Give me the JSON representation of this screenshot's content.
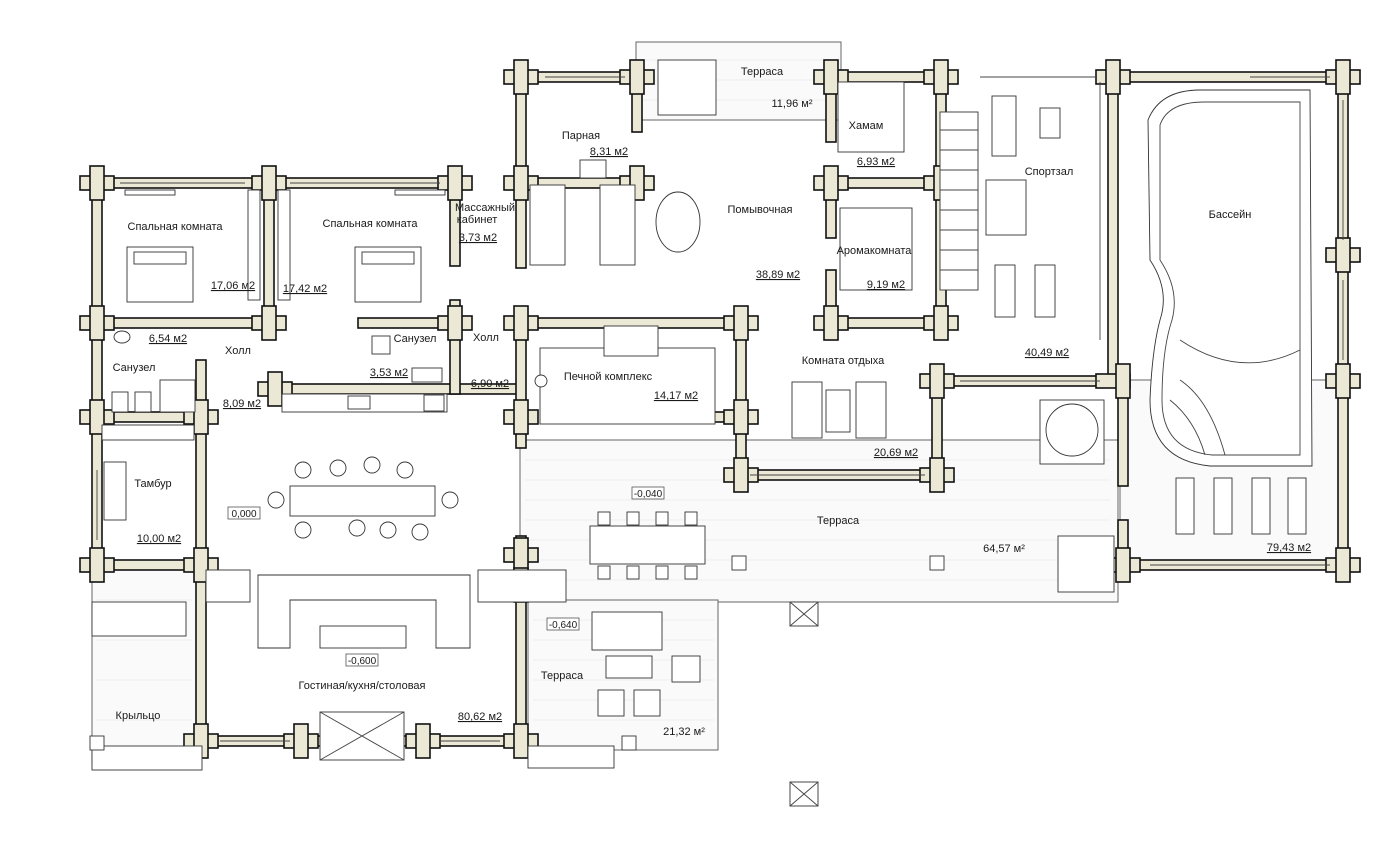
{
  "rooms": {
    "bedroom1": {
      "name": "Спальная комната",
      "area": "17,06 м2"
    },
    "bedroom2": {
      "name": "Спальная комната",
      "area": "17,42 м2"
    },
    "bath_left": {
      "name": "Санузел",
      "area": "6,54 м2"
    },
    "hall_left": {
      "name": "Холл",
      "area": "8,09 м2"
    },
    "bath_mid": {
      "name": "Санузел",
      "area": "3,53 м2"
    },
    "hall_mid": {
      "name": "Холл",
      "area": "6,90 м2"
    },
    "massage": {
      "name_line1": "Массажный",
      "name_line2": "кабинет",
      "area": "3,73 м2"
    },
    "steam": {
      "name": "Парная",
      "area": "8,31 м2"
    },
    "terrace_top": {
      "name": "Терраса",
      "area": "11,96 м²"
    },
    "washroom": {
      "name": "Помывочная",
      "area": "38,89 м2"
    },
    "hammam": {
      "name": "Хамам",
      "area": "6,93 м2"
    },
    "aroma": {
      "name": "Аромакомната",
      "area": "9,19 м2"
    },
    "gym": {
      "name": "Спортзал",
      "area": "40,49 м2"
    },
    "pool": {
      "name": "Бассейн",
      "area": "79,43 м2"
    },
    "stove": {
      "name": "Печной комплекс",
      "area": "14,17 м2"
    },
    "lounge": {
      "name": "Комната отдыха",
      "area": "20,69 м2"
    },
    "vestibule": {
      "name": "Тамбур",
      "area": "10,00 м2"
    },
    "terrace_big": {
      "name": "Терраса",
      "area": "64,57 м²"
    },
    "terrace_small": {
      "name": "Терраса",
      "area": "21,32 м²"
    },
    "living": {
      "name": "Гостиная/кухня/столовая",
      "area": "80,62 м2"
    },
    "porch": {
      "name": "Крыльцо"
    }
  },
  "levels": {
    "main": "0,000",
    "terrace_big": "-0,040",
    "terrace_small": "-0,640",
    "living": "-0,600"
  },
  "colors": {
    "log_wall": "#ece8d6",
    "line": "#111111",
    "deck": "#fafafa"
  }
}
